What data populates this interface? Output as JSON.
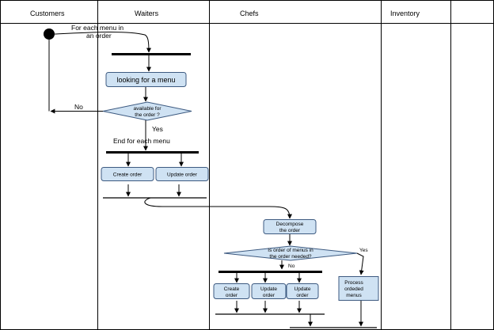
{
  "lanes": {
    "customers": "Customers",
    "waiters": "Waiters",
    "chefs": "Chefs",
    "inventory": "Inventory"
  },
  "labels": {
    "for_each_menu_line1": "For each menu in",
    "for_each_menu_line2": "an order",
    "no_label": "No",
    "yes_label": "Yes",
    "end_for_each": "End for each menu",
    "yes_label_2": "Yes",
    "no_label_2": "No"
  },
  "nodes": {
    "looking_for_menu": "looking for a menu",
    "available_line1": "available for",
    "available_line2": "the  order ?",
    "create_order": "Create order",
    "update_order": "Update order",
    "decompose_line1": "Decompose",
    "decompose_line2": "the order",
    "is_order_line1": "Is order of menus in",
    "is_order_line2": "the order  needed?",
    "chef_create_line1": "Create",
    "chef_create_line2": "order",
    "chef_update1_line1": "Update",
    "chef_update1_line2": "order",
    "chef_update2_line1": "Update",
    "chef_update2_line2": "order",
    "process_line1": "Process",
    "process_line2": "ordeded",
    "process_line3": "menus"
  },
  "colors": {
    "box_fill": "#cfe2f3",
    "box_stroke": "#3d5a80",
    "line": "#000000"
  }
}
